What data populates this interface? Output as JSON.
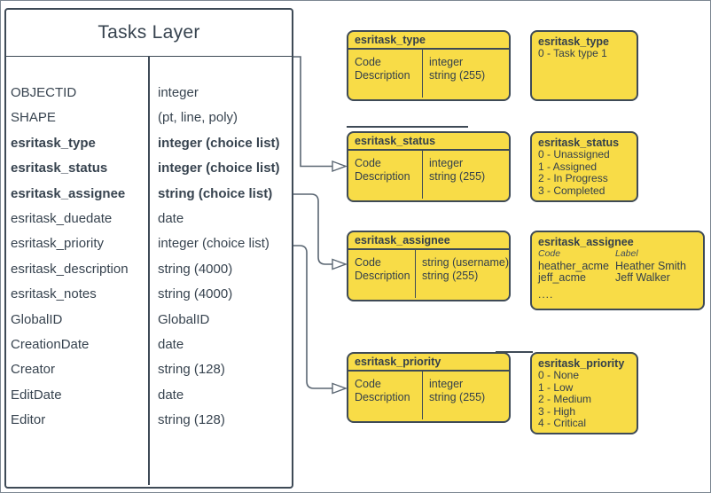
{
  "diagram": {
    "tasks_layer": {
      "title": "Tasks Layer",
      "fields": [
        {
          "name": "OBJECTID",
          "type": "integer",
          "bold": false
        },
        {
          "name": "SHAPE",
          "type": "(pt, line, poly)",
          "bold": false
        },
        {
          "name": "esritask_type",
          "type": "integer (choice list)",
          "bold": true
        },
        {
          "name": "esritask_status",
          "type": "integer (choice list)",
          "bold": true
        },
        {
          "name": "esritask_assignee",
          "type": "string (choice list)",
          "bold": true
        },
        {
          "name": "esritask_duedate",
          "type": "date",
          "bold": false
        },
        {
          "name": "esritask_priority",
          "type": "integer (choice list)",
          "bold": false
        },
        {
          "name": "esritask_description",
          "type": "string (4000)",
          "bold": false
        },
        {
          "name": "esritask_notes",
          "type": "string (4000)",
          "bold": false
        },
        {
          "name": "GlobalID",
          "type": "GlobalID",
          "bold": false
        },
        {
          "name": "CreationDate",
          "type": "date",
          "bold": false
        },
        {
          "name": "Creator",
          "type": "string (128)",
          "bold": false
        },
        {
          "name": "EditDate",
          "type": "date",
          "bold": false
        },
        {
          "name": "Editor",
          "type": "string (128)",
          "bold": false
        }
      ]
    },
    "field_boxes": [
      {
        "title": "esritask_type",
        "rows": [
          {
            "label": "Code",
            "value": "integer"
          },
          {
            "label": "Description",
            "value": "string (255)"
          }
        ]
      },
      {
        "title": "esritask_status",
        "rows": [
          {
            "label": "Code",
            "value": "integer"
          },
          {
            "label": "Description",
            "value": "string (255)"
          }
        ]
      },
      {
        "title": "esritask_assignee",
        "rows": [
          {
            "label": "Code",
            "value": "string  (username)"
          },
          {
            "label": "Description",
            "value": "string (255)"
          }
        ]
      },
      {
        "title": "esritask_priority",
        "rows": [
          {
            "label": "Code",
            "value": "integer"
          },
          {
            "label": "Description",
            "value": "string (255)"
          }
        ]
      }
    ],
    "domain_boxes": [
      {
        "title": "esritask_type",
        "values": [
          "0 - Task type 1"
        ]
      },
      {
        "title": "esritask_status",
        "values": [
          "0 - Unassigned",
          "1 - Assigned",
          "2 - In Progress",
          "3 - Completed"
        ]
      },
      {
        "title": "esritask_assignee",
        "columns": {
          "code": "Code",
          "label": "Label"
        },
        "rows": [
          {
            "code": "heather_acme",
            "label": "Heather Smith"
          },
          {
            "code": "jeff_acme",
            "label": "Jeff Walker"
          }
        ],
        "more": "...."
      },
      {
        "title": "esritask_priority",
        "values": [
          "0 - None",
          "1 - Low",
          "2 - Medium",
          "3 - High",
          "4 - Critical"
        ]
      }
    ],
    "connectors": [
      {
        "from": "Tasks Layer",
        "to": "esritask_status"
      },
      {
        "from": "Tasks Layer",
        "to": "esritask_assignee"
      },
      {
        "from": "Tasks Layer",
        "to": "esritask_priority"
      }
    ],
    "colors": {
      "box_fill": "#f8dc47",
      "stroke": "#3e4a56",
      "text": "#37434f",
      "connector": "#5a6672",
      "background": "#ffffff"
    }
  }
}
